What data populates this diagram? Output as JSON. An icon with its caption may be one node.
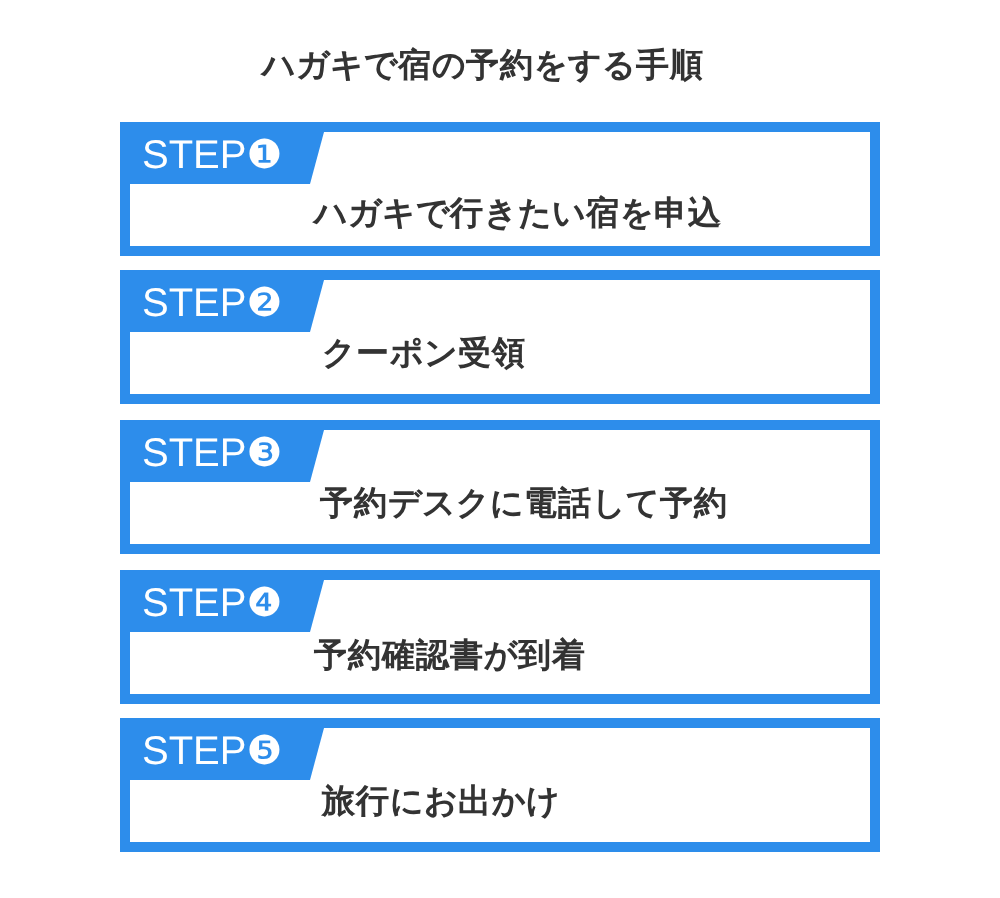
{
  "diagram": {
    "title": "ハガキで宿の予約をする手順",
    "nodes": [
      {
        "text": [
          "STEP❶",
          "ハガキで行きたい宿を申込"
        ]
      },
      {
        "text": [
          "STEP❷",
          "クーポン受領"
        ]
      },
      {
        "text": [
          "STEP❸",
          "予約デスクに電話して予約"
        ]
      },
      {
        "text": [
          "STEP❹",
          "予約確認書が到着"
        ]
      },
      {
        "text": [
          "STEP❺",
          "旅行にお出かけ"
        ]
      }
    ]
  }
}
